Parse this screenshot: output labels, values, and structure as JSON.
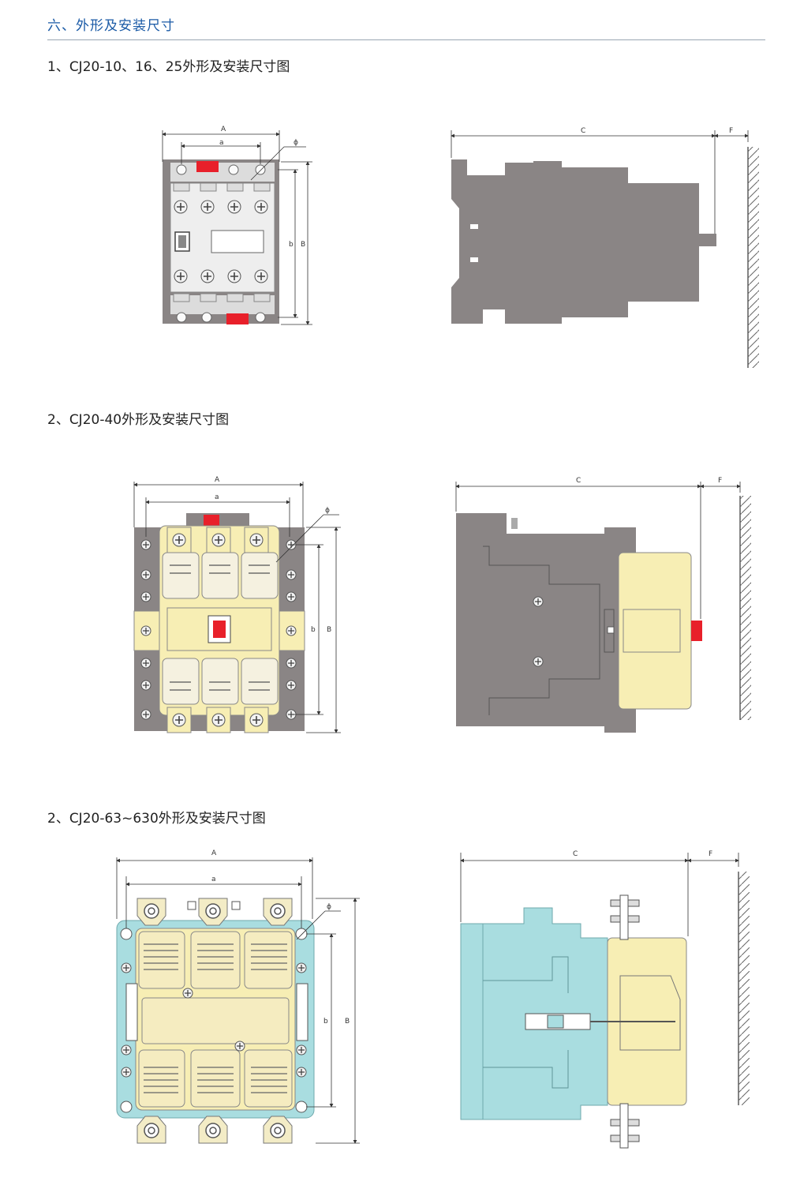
{
  "header": {
    "title": "六、外形及安装尺寸"
  },
  "sections": [
    {
      "title": "1、CJ20-10、16、25外形及安装尺寸图"
    },
    {
      "title": "2、CJ20-40外形及安装尺寸图"
    },
    {
      "title": "2、CJ20-63~630外形及安装尺寸图"
    }
  ],
  "dims": {
    "A": "A",
    "a": "a",
    "B": "B",
    "b": "b",
    "C": "C",
    "F": "F",
    "phi": "ϕ"
  },
  "colors": {
    "header_blue": "#1a5aa6",
    "body_gray": "#8a8585",
    "panel_cream": "#f7eeb4",
    "panel_white": "#eeeeee",
    "base_blue": "#a9dde0",
    "accent_red": "#e8202a"
  }
}
